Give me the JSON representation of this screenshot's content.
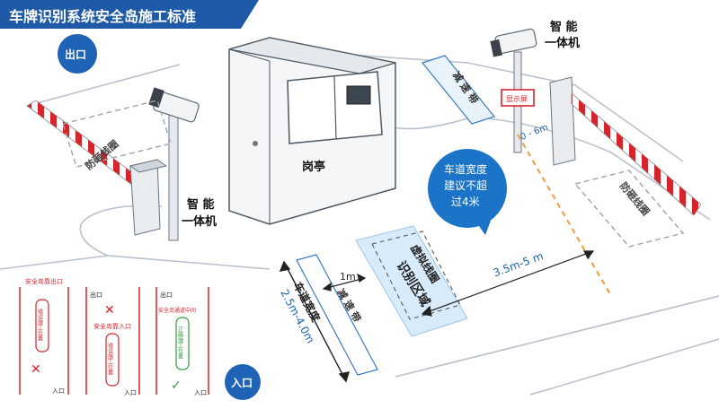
{
  "title": "车牌识别系统安全岛施工标准",
  "labels": {
    "exit": "出口",
    "entrance": "入口",
    "booth": "岗亭",
    "camera_line1": "智 能",
    "camera_line2": "一体机",
    "display": "显示屏",
    "anti_smash": "防砸线圈",
    "speed_bump": "减 速 带",
    "virtual_coil": "虚拟线圈",
    "recognition_area": "识别区域",
    "lane_width_label": "车道宽度",
    "lane_width_value": "2.5m-4.0m",
    "distance_06": "0 - 6m",
    "distance_35": "3.5m-5 m",
    "distance_1m": "1m"
  },
  "bubble": {
    "line1": "车道宽度",
    "line2": "建议不超",
    "line3": "过4米"
  },
  "legend": {
    "panel1": {
      "top": "安全岛靠出口",
      "text": "错误施工位置",
      "mark": "✕",
      "bottom": "入口"
    },
    "panel2": {
      "top": "出口",
      "mid": "安全岛靠入口",
      "text": "错误施工位置",
      "mark": "✕",
      "bottom": "入口"
    },
    "panel3": {
      "top": "出口",
      "mid": "安全岛通道中间",
      "text": "正确施工位置",
      "mark": "✓",
      "bottom": "入口"
    }
  },
  "colors": {
    "title_bg": "#1f5aa8",
    "circle_badge": "#1e63b5",
    "bubble": "#1c74c8",
    "red": "#d9232a",
    "orange_dash": "#f39a3b",
    "lane_fill": "#d7ebfa"
  }
}
